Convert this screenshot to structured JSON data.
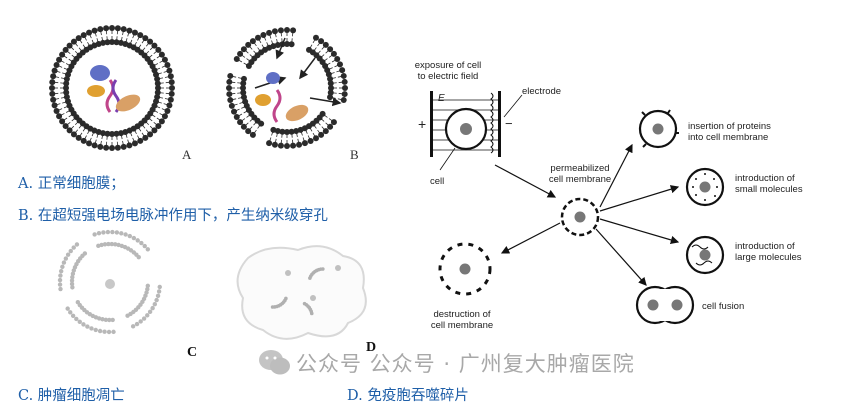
{
  "left": {
    "panel_letters": {
      "a": "A",
      "b": "B",
      "c": "C",
      "d": "D"
    },
    "captions": {
      "a": "A. 正常细胞膜；",
      "b": "B. 在超短强电场电脉冲作用下，产生纳米级穿孔",
      "c": "C. 肿瘤细胞凋亡",
      "d": "D. 免疫胞吞噬碎片"
    }
  },
  "right": {
    "exposure_label": [
      "exposure of cell",
      "to electric field"
    ],
    "field_symbol": "E",
    "plus": "+",
    "minus": "−",
    "electrode_label": "electrode",
    "cell_label": "cell",
    "permeabilized_label": [
      "permeabilized",
      "cell membrane"
    ],
    "outcomes": [
      {
        "text": [
          "insertion of proteins",
          "into cell membrane"
        ]
      },
      {
        "text": [
          "introduction of",
          "small molecules"
        ]
      },
      {
        "text": [
          "introduction of",
          "large molecules"
        ]
      },
      {
        "text": [
          "cell fusion"
        ]
      }
    ],
    "destruction_label": [
      "destruction of",
      "cell membrane"
    ]
  },
  "watermark": "公众号 公众号 · 广州复大肿瘤医院"
}
